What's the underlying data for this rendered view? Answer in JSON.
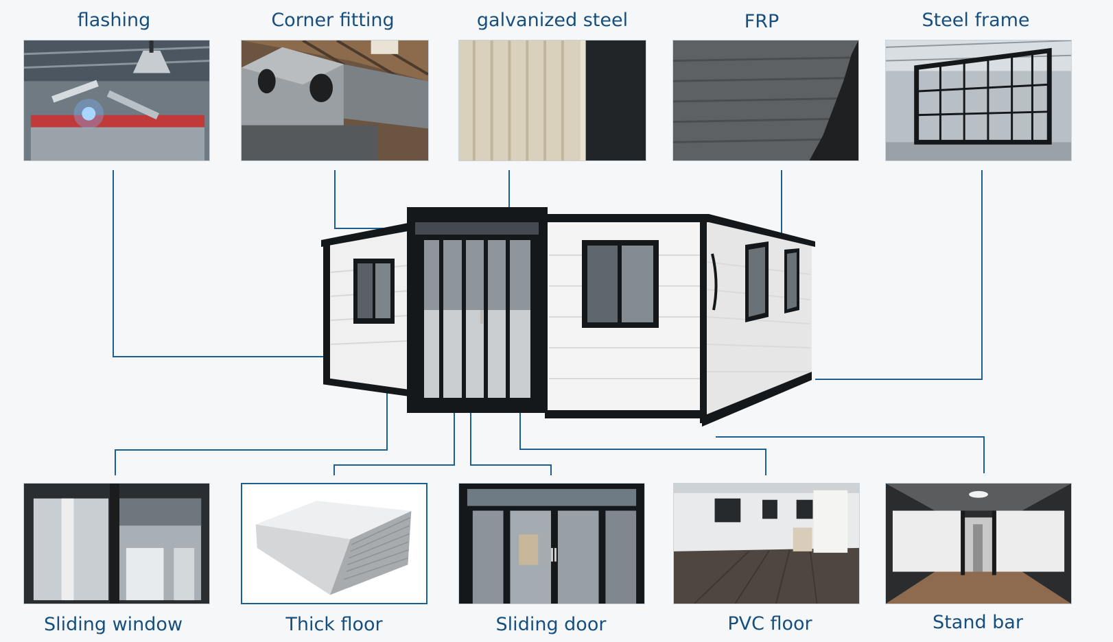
{
  "colors": {
    "label": "#164f7d",
    "connector": "#1b5e92",
    "frame": "#16191c",
    "panel": "#f2f2f2"
  },
  "top_row": [
    {
      "label": "flashing",
      "icon": "welding-workshop-photo"
    },
    {
      "label": "Corner fitting",
      "icon": "corner-fitting-photo"
    },
    {
      "label": "galvanized steel",
      "icon": "corrugated-steel-photo"
    },
    {
      "label": "FRP",
      "icon": "frp-panel-photo"
    },
    {
      "label": "Steel frame",
      "icon": "steel-frame-photo"
    }
  ],
  "bottom_row": [
    {
      "label": "Sliding window",
      "icon": "sliding-window-photo"
    },
    {
      "label": "Thick floor",
      "icon": "floor-board-photo"
    },
    {
      "label": "Sliding door",
      "icon": "glass-door-photo"
    },
    {
      "label": "PVC floor",
      "icon": "pvc-floor-interior-photo"
    },
    {
      "label": "Stand bar",
      "icon": "interior-room-photo"
    }
  ],
  "product": {
    "icon": "expandable-container-house"
  }
}
